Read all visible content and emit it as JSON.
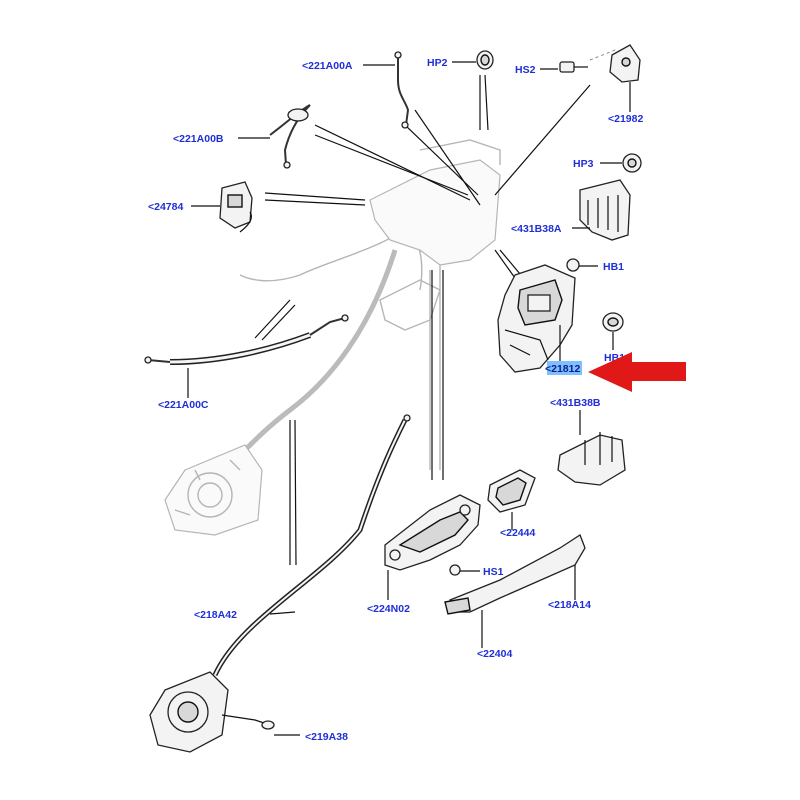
{
  "labels": {
    "l221A00A": "<221A00A",
    "lHP2": "HP2",
    "lHS2": "HS2",
    "l21982": "<21982",
    "l221A00B": "<221A00B",
    "lHP3": "HP3",
    "l24784": "<24784",
    "l431B38A": "<431B38A",
    "lHB1a": "HB1",
    "lHB1b": "HB1",
    "l21812": "<21812",
    "l221A00C": "<221A00C",
    "l431B38B": "<431B38B",
    "l22444": "<22444",
    "lHS1": "HS1",
    "l224N02": "<224N02",
    "l218A14": "<218A14",
    "l218A42": "<218A42",
    "l22404": "<22404",
    "l219A38": "<219A38"
  },
  "colors": {
    "label_text": "#1f2fd6",
    "highlight_bg": "#7fbfff",
    "pointer_arrow": "#e01818"
  }
}
